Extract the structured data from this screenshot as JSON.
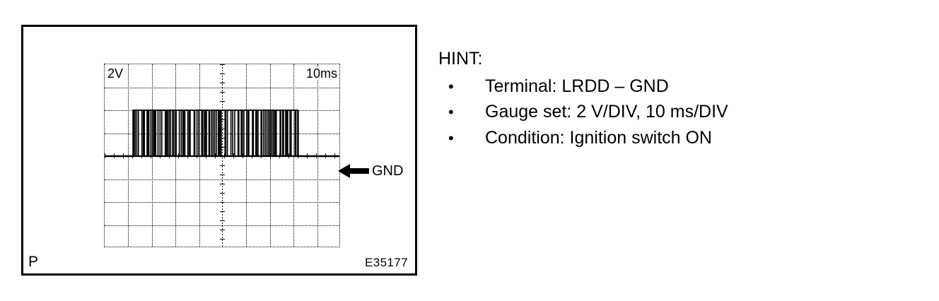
{
  "figure": {
    "caption_left": "P",
    "caption_right": "E35177",
    "scope": {
      "volts_per_div_label": "2V",
      "time_per_div_label": "10ms",
      "grid_columns": 10,
      "grid_rows": 8,
      "ground_marker_label": "GND",
      "ground_arrow_icon": "left-arrow-icon"
    }
  },
  "hint": {
    "title": "HINT:",
    "bullet_glyph": "•",
    "items": [
      "Terminal: LRDD – GND",
      "Gauge set: 2 V/DIV, 10 ms/DIV",
      "Condition: Ignition switch ON"
    ]
  },
  "colors": {
    "ink": "#000000",
    "background": "#ffffff"
  },
  "chart_data": {
    "type": "line",
    "title": "",
    "xlabel": "",
    "ylabel": "",
    "vertical_scale": "2 V/DIV",
    "horizontal_scale": "10 ms/DIV",
    "grid": true,
    "grid_columns": 10,
    "grid_rows": 8,
    "annotations": [
      "2V",
      "10ms",
      "GND"
    ],
    "description": "Digital serial pulse train burst on an oscilloscope trace; signal idles at ground level, bursts high to about 2 divisions (approx. 4 V) between roughly 1.2 and 8.2 horizontal divisions, then returns to ground.",
    "baseline_division": 4,
    "pulse_high_divisions": 2,
    "burst_start_division": 1.2,
    "burst_end_division": 8.2,
    "pulse_widths_div": [
      0.06,
      0.05,
      0.07,
      0.05,
      0.12,
      0.05,
      0.08,
      0.14,
      0.05,
      0.06,
      0.11,
      0.05,
      0.07,
      0.05,
      0.05,
      0.09,
      0.06,
      0.05,
      0.13,
      0.05,
      0.07,
      0.06,
      0.05,
      0.1,
      0.05,
      0.08,
      0.05,
      0.12,
      0.06,
      0.05,
      0.07,
      0.05,
      0.09,
      0.05,
      0.06,
      0.15,
      0.05,
      0.07,
      0.05,
      0.1,
      0.06,
      0.05,
      0.08,
      0.05,
      0.12,
      0.05,
      0.06,
      0.09,
      0.05,
      0.07
    ]
  }
}
